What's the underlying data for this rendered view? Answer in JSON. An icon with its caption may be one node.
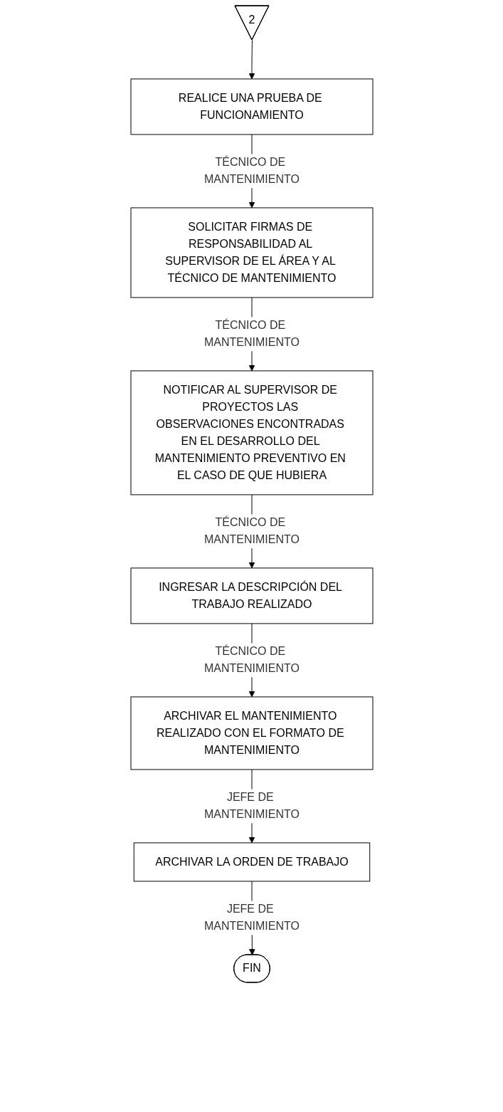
{
  "diagram": {
    "nodes": [
      {
        "text": [
          "2"
        ]
      },
      {
        "text": [
          "REALICE UNA PRUEBA DE FUNCIONAMIENTO"
        ]
      },
      {
        "text": [
          "SOLICITAR FIRMAS DE RESPONSABILIDAD AL SUPERVISOR DE EL ÁREA Y AL TÉCNICO DE MANTENIMIENTO"
        ]
      },
      {
        "text": [
          "NOTIFICAR AL SUPERVISOR DE PROYECTOS LAS OBSERVACIONES ENCONTRADAS EN EL DESARROLLO DEL MANTENIMIENTO PREVENTIVO EN EL CASO DE QUE HUBIERA"
        ]
      },
      {
        "text": [
          "INGRESAR LA DESCRIPCIÓN DEL TRABAJO REALIZADO"
        ]
      },
      {
        "text": [
          "ARCHIVAR EL MANTENIMIENTO REALIZADO CON EL FORMATO DE MANTENIMIENTO"
        ]
      },
      {
        "text": [
          "ARCHIVAR LA ORDEN DE TRABAJO"
        ]
      },
      {
        "text": [
          "FIN"
        ]
      }
    ],
    "edges": [
      {
        "from": 0,
        "to": 1,
        "arrow": "to"
      },
      {
        "from": 1,
        "to": 2,
        "arrow": "to",
        "label": "TÉCNICO DE MANTENIMIENTO"
      },
      {
        "from": 2,
        "to": 3,
        "arrow": "to",
        "label": "TÉCNICO DE MANTENIMIENTO"
      },
      {
        "from": 3,
        "to": 4,
        "arrow": "to",
        "label": "TÉCNICO DE MANTENIMIENTO"
      },
      {
        "from": 4,
        "to": 5,
        "arrow": "to",
        "label": "TÉCNICO DE MANTENIMIENTO"
      },
      {
        "from": 5,
        "to": 6,
        "arrow": "to",
        "label": "JEFE DE MANTENIMIENTO"
      },
      {
        "from": 6,
        "to": 7,
        "arrow": "to",
        "label": "JEFE DE MANTENIMIENTO"
      }
    ]
  }
}
